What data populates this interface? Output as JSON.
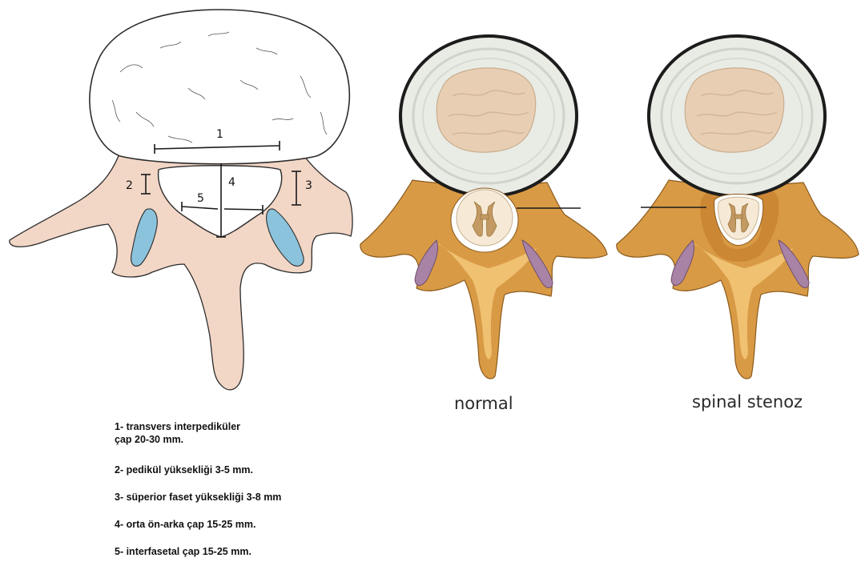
{
  "diagram": {
    "measure_labels": [
      "1",
      "2",
      "3",
      "4",
      "5"
    ],
    "captions": {
      "normal": "normal",
      "stenosis": "spinal stenoz"
    },
    "legend": [
      "1- transvers interpediküler\nçap 20-30 mm.",
      "2- pedikül yüksekliği 3-5 mm.",
      "3- süperior faset yüksekliği 3-8 mm",
      "4- orta ön-arka çap 15-25 mm.",
      "5- interfasetal çap 15-25 mm."
    ],
    "colors": {
      "bone_left": "#f2d6c6",
      "bone_outline": "#2c2c2c",
      "facet_blue": "#8cc3dc",
      "disc_ring": "#e9ebe5",
      "nucleus": "#e8cfb3",
      "bone_orange": "#d38f35",
      "facet_purple": "#a883a6",
      "dura": "#f6ead7"
    }
  }
}
